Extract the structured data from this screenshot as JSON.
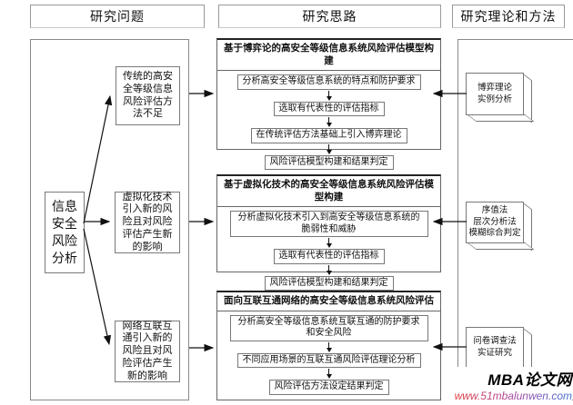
{
  "headers": {
    "left": "研究问题",
    "middle": "研究思路",
    "right": "研究理论和方法"
  },
  "left_column": {
    "root": "信息安全风险分析",
    "problems": [
      "传统的高安全等级信息风险评估方法不足",
      "虚拟化技术引入新的风险且对风险评估产生新的影响",
      "网络互联互通引入新的风险且对风险评估产生新的影响"
    ]
  },
  "middle_column": {
    "groups": [
      {
        "title": "基于博弈论的高安全等级信息系统风险评估模型构建",
        "steps": [
          "分析高安全等级信息系统的特点和防护要求",
          "选取有代表性的评估指标",
          "在传统评估方法基础上引入博弈理论",
          "风险评估模型构建和结果判定"
        ]
      },
      {
        "title": "基于虚拟化技术的高安全等级信息系统风险评估模型构建",
        "steps": [
          "分析虚拟化技术引入到高安全等级信息系统的脆弱性和威胁",
          "选取有代表性的评估指标",
          "风险评估模型构建和结果判定"
        ]
      },
      {
        "title": "面向互联互通网络的高安全等级信息系统风险评估",
        "steps": [
          "分析高安全等级信息系统互联互通的防护要求和安全风险",
          "不同应用场景的互联互通风险评估理论分析",
          "风险评估方法设定结果判定"
        ]
      }
    ]
  },
  "right_column": {
    "methods": [
      {
        "lines": [
          "博弈理论",
          "实例分析"
        ]
      },
      {
        "lines": [
          "序值法",
          "层次分析法",
          "模糊综合判定"
        ]
      },
      {
        "lines": [
          "问卷调查法",
          "实证研究"
        ]
      }
    ]
  },
  "watermark": {
    "site_name": "MBA论文网",
    "url": "www.51mbalunwen.com",
    "url_color_start": "#e03a3a",
    "url_color_end": "#3b6fd4"
  },
  "colors": {
    "line": "#111111",
    "box_border": "#777777"
  }
}
